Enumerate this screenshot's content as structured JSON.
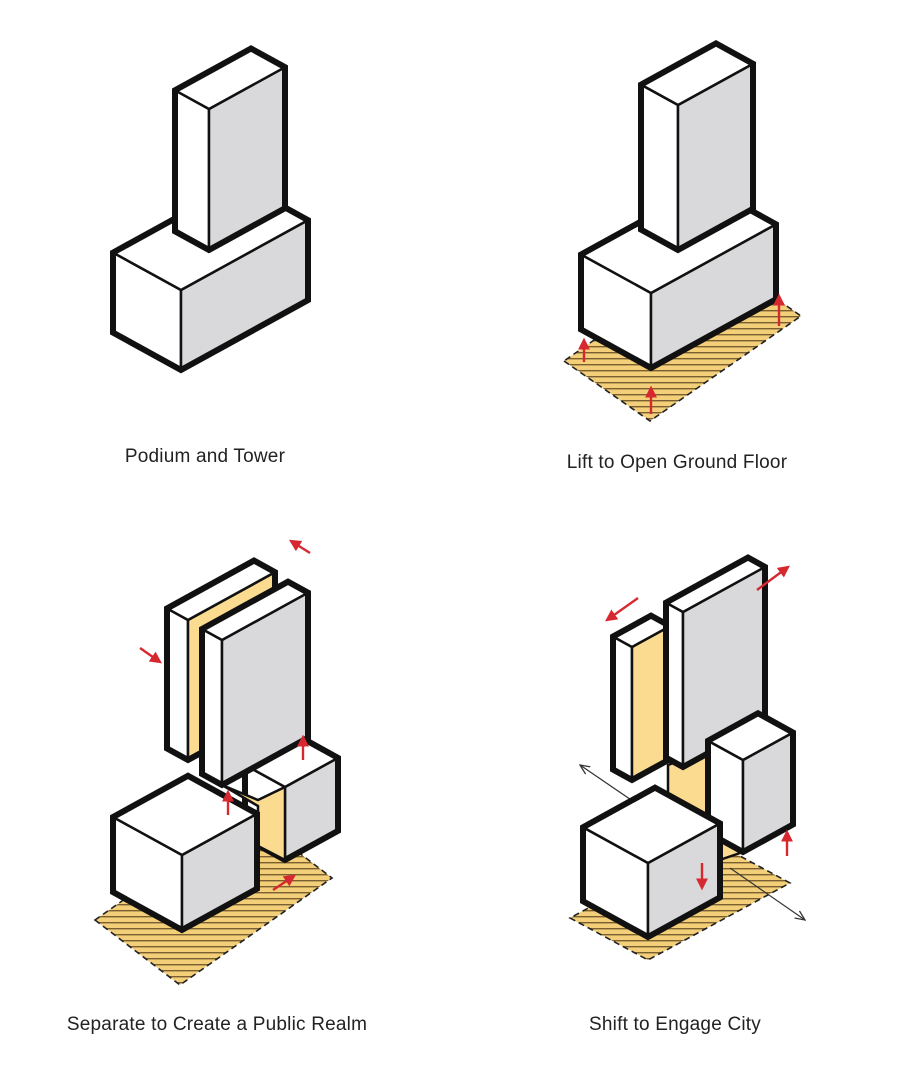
{
  "captions": {
    "podium_tower": "Podium and Tower",
    "lift": "Lift to Open Ground Floor",
    "separate": "Separate to Create a Public Realm",
    "shift": "Shift to Engage City"
  },
  "colors": {
    "outline": "#111111",
    "face_light": "#ffffff",
    "face_shade": "#d9d9db",
    "open_space": "#fadb8f",
    "ground_hatch_fill": "#f3cf7a",
    "ground_hatch_line": "#7a6030",
    "movement_arrow": "#d7282f",
    "axis_arrow": "#333333"
  }
}
